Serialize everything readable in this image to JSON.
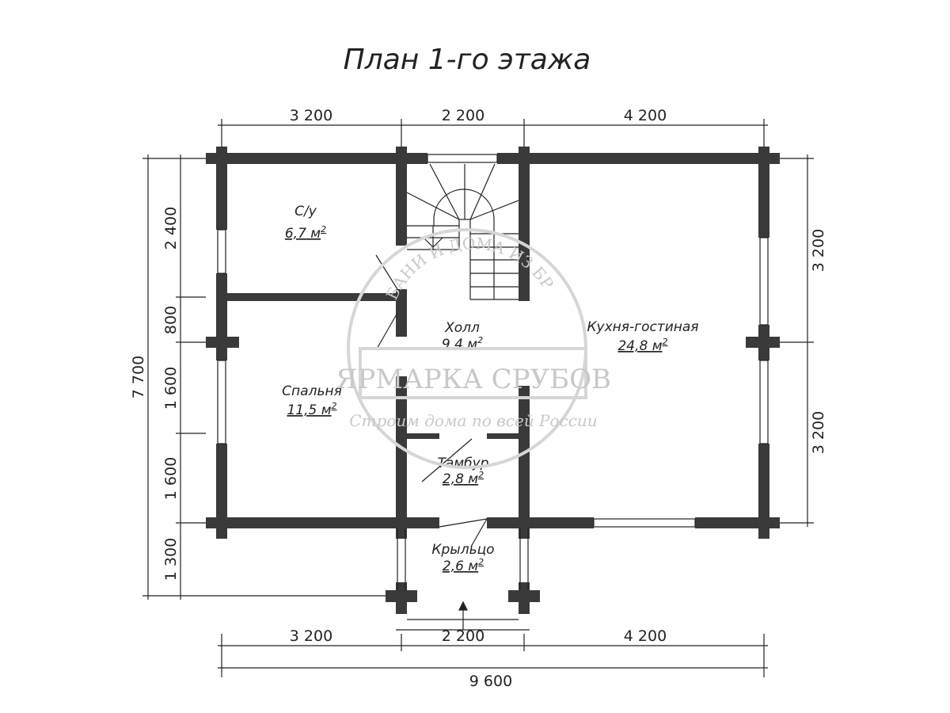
{
  "title": "План 1-го этажа",
  "dimensions": {
    "top": [
      "3 200",
      "2 200",
      "4 200"
    ],
    "bottom": [
      "3 200",
      "2 200",
      "4 200"
    ],
    "overall_width": "9 600",
    "overall_depth": "7 700",
    "left": [
      "2 400",
      "800",
      "1 600",
      "1 600",
      "1 300"
    ],
    "right": [
      "3 200",
      "3 200"
    ]
  },
  "rooms": [
    {
      "name": "С/у",
      "area": "6,7 м"
    },
    {
      "name": "Холл",
      "area": "9,4 м"
    },
    {
      "name": "Кухня-гостиная",
      "area": "24,8 м"
    },
    {
      "name": "Спальня",
      "area": "11,5 м"
    },
    {
      "name": "Тамбур",
      "area": "2,8 м"
    },
    {
      "name": "Крыльцо",
      "area": "2,6 м"
    }
  ],
  "area_sup": "2",
  "watermark": {
    "brand": "ЯРМАРКА СРУБОВ",
    "arc": "БАНИ И ДОМА ИЗ БРЕВНА",
    "slogan": "Строим дома по всей России"
  }
}
